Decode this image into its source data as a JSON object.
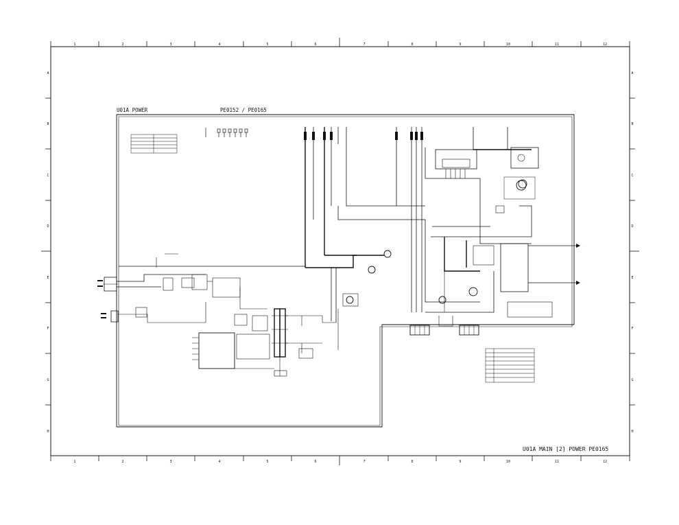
{
  "sheet": {
    "header_left": "U01A POWER",
    "header_center": "PE0152 / PE0165",
    "footer_title": "U01A MAIN [2] POWER PE0165"
  },
  "columns": [
    "1",
    "2",
    "3",
    "4",
    "5",
    "6",
    "7",
    "8",
    "9",
    "10",
    "11",
    "12"
  ],
  "rows": [
    "A",
    "B",
    "C",
    "D",
    "E",
    "F",
    "G",
    "H"
  ],
  "colors": {
    "ink": "#111111",
    "paper": "#ffffff"
  }
}
